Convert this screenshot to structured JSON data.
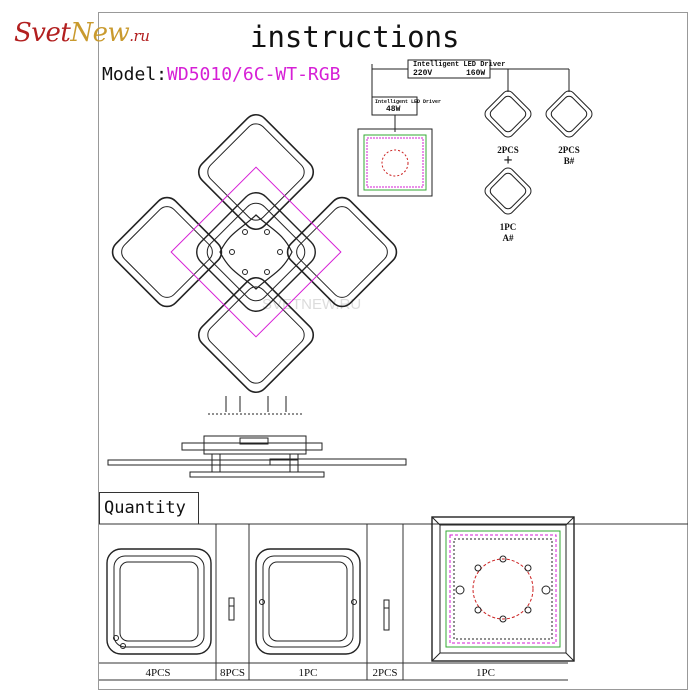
{
  "logo": {
    "part1": "Svet",
    "part2": "New",
    "tld": ".ru"
  },
  "header": {
    "title": "instructions",
    "model_prefix": "Model:",
    "model_value": "WD5010/6C-WT-RGB"
  },
  "wiring": {
    "main_driver_title": "Intelligent LED Driver",
    "main_driver_voltage": "220V",
    "main_driver_power": "160W",
    "small_driver_title": "Intelligent LED Driver",
    "small_driver_power": "48W",
    "part_b_left": {
      "qty": "2PCS",
      "symbol": "+"
    },
    "part_b_right": {
      "qty": "2PCS",
      "code": "B#"
    },
    "part_a": {
      "qty": "1PC",
      "code": "A#"
    }
  },
  "watermark": "SVETNEW.RU",
  "quantity": {
    "heading": "Quantity",
    "cells": [
      {
        "label": "4PCS"
      },
      {
        "label": "8PCS"
      },
      {
        "label": "1PC"
      },
      {
        "label": "2PCS"
      },
      {
        "label": "1PC"
      }
    ]
  },
  "colors": {
    "logo_red": "#b21f1f",
    "logo_gold": "#c99a2e",
    "model_magenta": "#d61fd6",
    "line": "#222222"
  }
}
